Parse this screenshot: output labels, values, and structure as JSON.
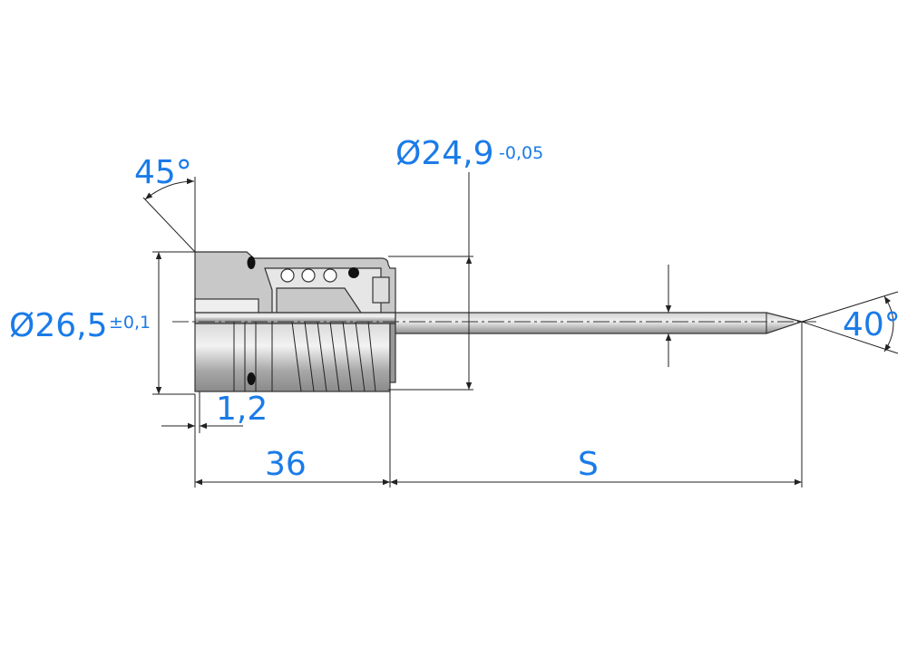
{
  "dimensions": {
    "chamfer_angle": "45°",
    "outer_diameter": "Ø24,9",
    "outer_diameter_tolerance": "-0,05",
    "bore_diameter": "Ø26,5",
    "bore_diameter_tolerance": "±0,1",
    "chamfer_length": "1,2",
    "body_length": "36",
    "stroke_length": "S",
    "tip_angle": "40°"
  },
  "colors": {
    "dimension_text": "#1a7be8",
    "part_fill": "#c8c8c8"
  }
}
